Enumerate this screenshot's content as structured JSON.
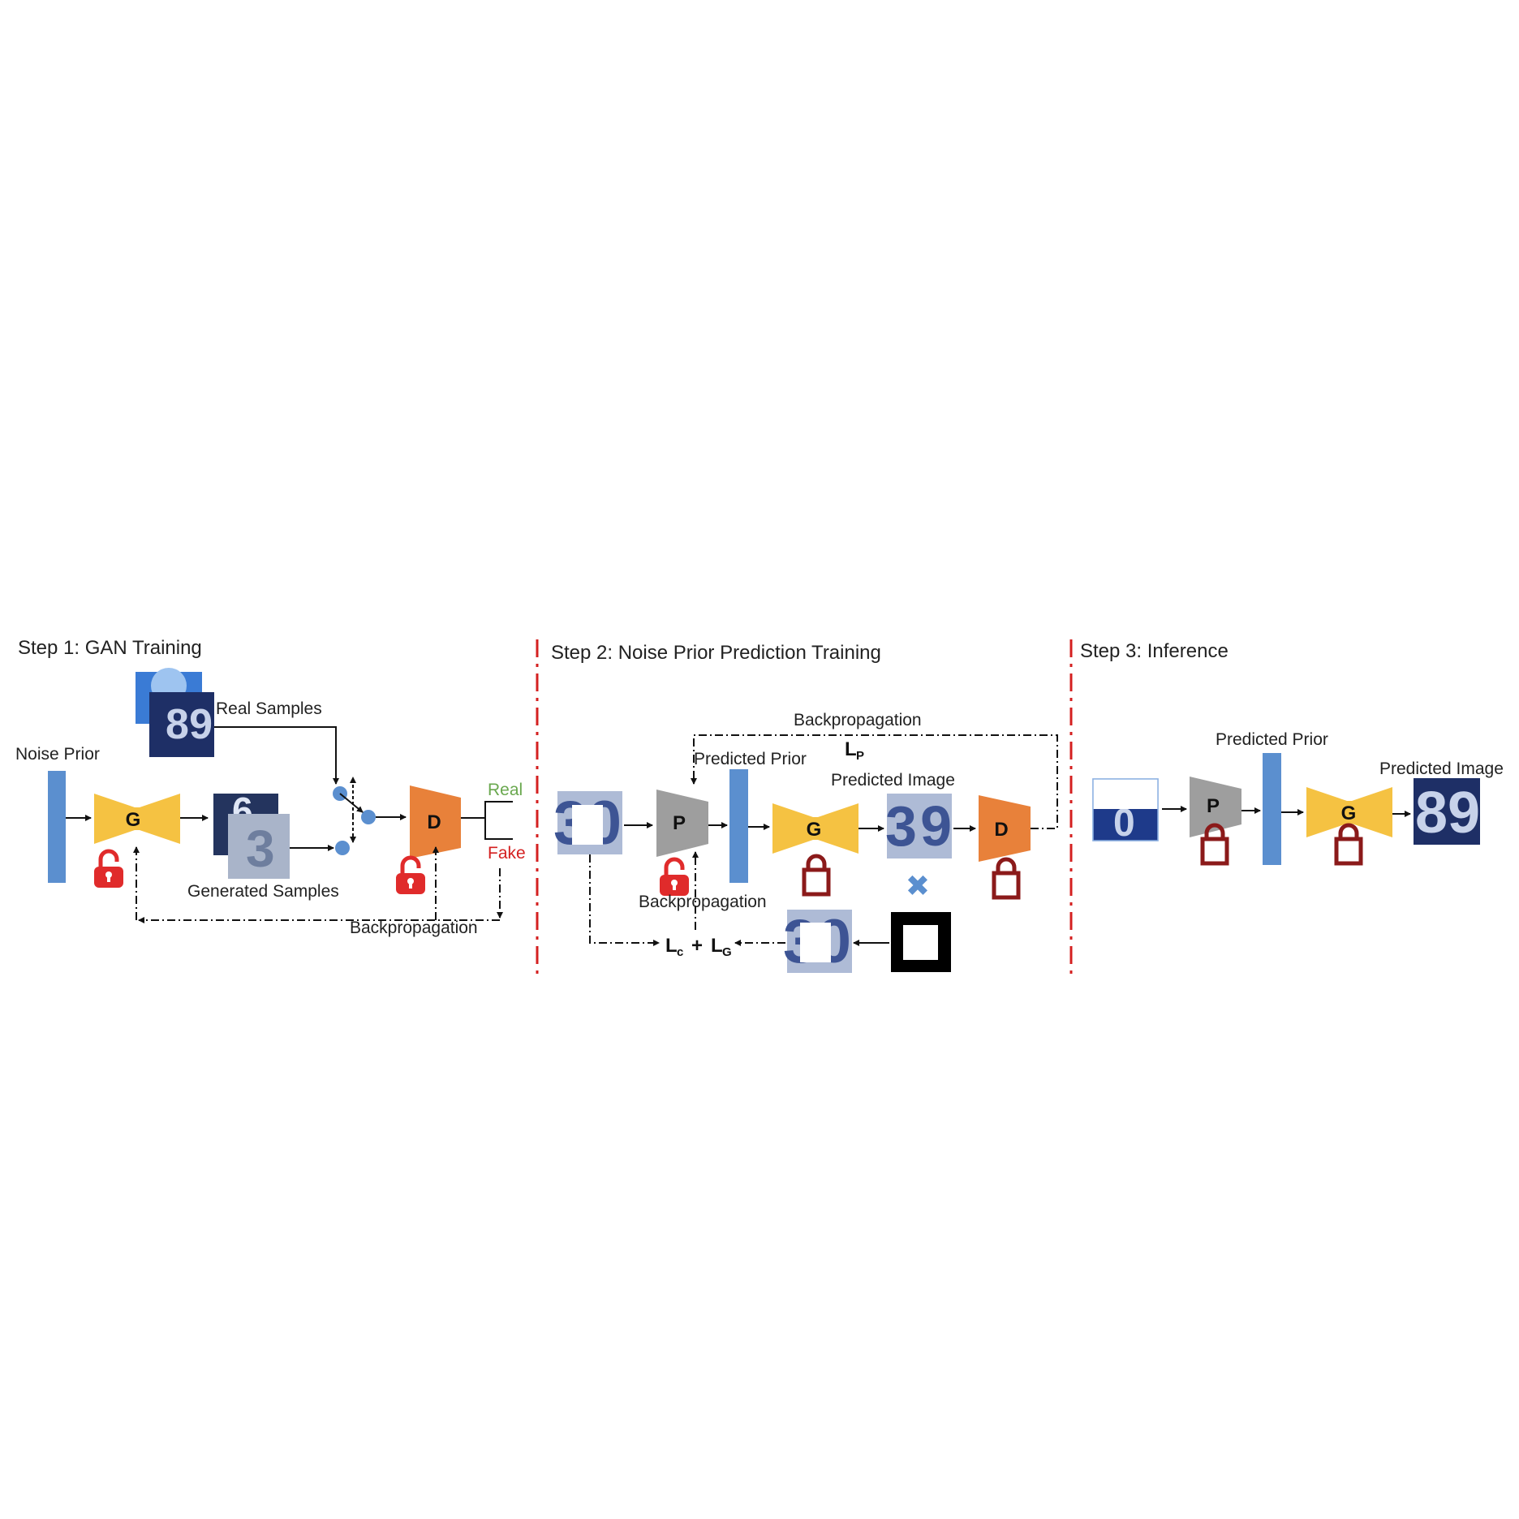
{
  "colors": {
    "prior": "#5b8fcf",
    "generator": "#f5c242",
    "discriminator": "#e8813a",
    "predictor": "#9e9e9e",
    "unlock": "#e02b2b",
    "lock": "#8b1a1a",
    "divider": "#d42020",
    "real_text": "#6aa84f",
    "fake_text": "#d42020",
    "node": "#5b8fcf",
    "digit_bg": "#1e2f66",
    "digit_fg": "#c7d2ea"
  },
  "step1": {
    "title": "Step 1: GAN Training",
    "noise_prior": "Noise Prior",
    "real_samples": "Real Samples",
    "generated_samples": "Generated Samples",
    "generator": "G",
    "discriminator": "D",
    "real": "Real",
    "fake": "Fake",
    "backprop": "Backpropagation",
    "real_digits": "89",
    "gen_digits_back": "6",
    "gen_digits_front": "3"
  },
  "step2": {
    "title": "Step 2: Noise Prior Prediction Training",
    "backprop_top": "Backpropagation",
    "loss_p": "L",
    "loss_p_sub": "P",
    "predicted_prior": "Predicted Prior",
    "predicted_image": "Predicted Image",
    "predictor": "P",
    "generator": "G",
    "discriminator": "D",
    "backprop_bottom": "Backpropagation",
    "loss_c": "L",
    "loss_c_sub": "c",
    "plus": "+",
    "loss_g": "L",
    "loss_g_sub": "G",
    "masked_digits": "30",
    "pred_digits": "39",
    "multiply": "✖"
  },
  "step3": {
    "title": "Step 3: Inference",
    "predicted_prior": "Predicted Prior",
    "predicted_image": "Predicted Image",
    "predictor": "P",
    "generator": "G",
    "input_digits": "0",
    "output_digits": "89"
  }
}
